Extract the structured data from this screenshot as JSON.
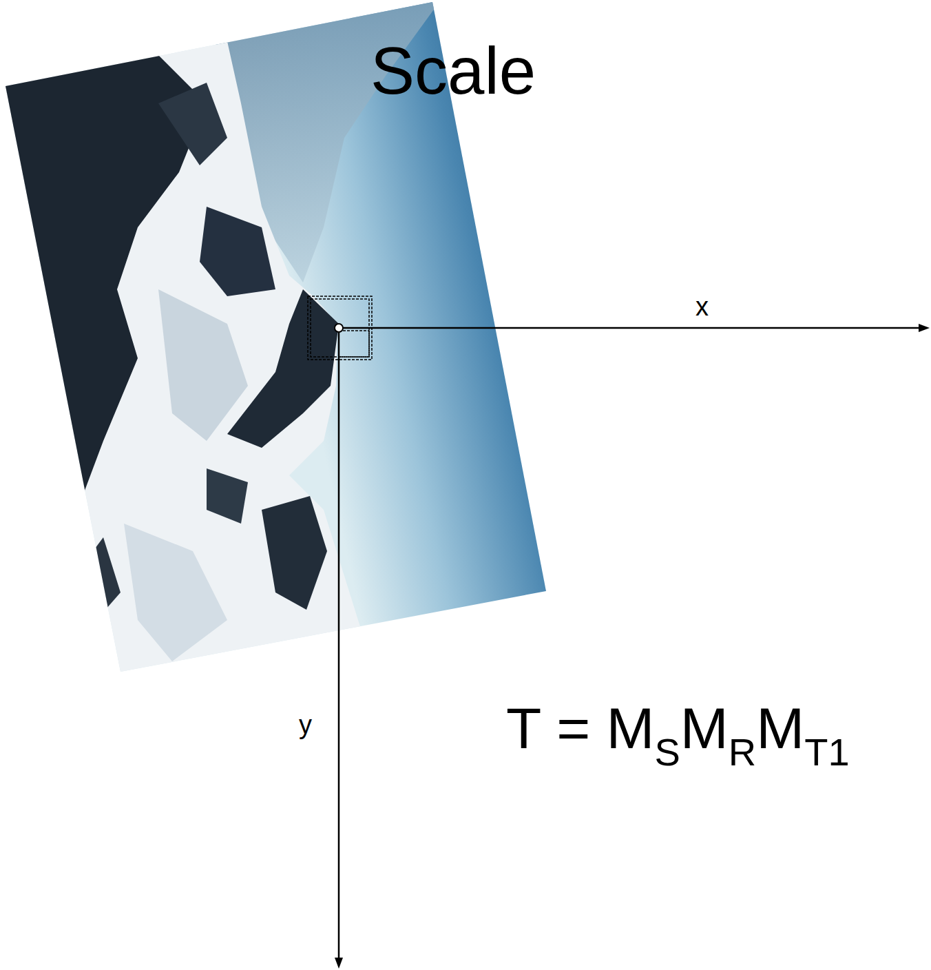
{
  "diagram": {
    "title": "Scale",
    "labels": [
      "x",
      "y",
      "T = M",
      "S",
      "M",
      "R",
      "M",
      "T1"
    ]
  }
}
